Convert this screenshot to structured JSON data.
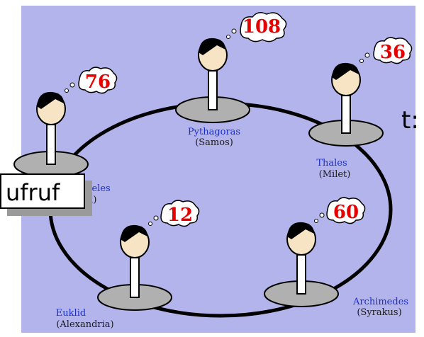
{
  "background": {
    "panel_color": "#b4b4ec",
    "ring_color": "#000000",
    "pedestal_color": "#b0b0b0"
  },
  "slide": {
    "colon_fragment": "t:"
  },
  "callout": {
    "text_fragment": "ufruf"
  },
  "nodes": [
    {
      "id": "pythagoras",
      "name": "Pythagoras",
      "place": "(Samos)",
      "value": "108"
    },
    {
      "id": "thales",
      "name": "Thales",
      "place": "(Milet)",
      "value": "36"
    },
    {
      "id": "archimedes",
      "name": "Archimedes",
      "place": "(Syrakus)",
      "value": "60"
    },
    {
      "id": "euklid",
      "name": "Euklid",
      "place": "(Alexandria)",
      "value": "12"
    },
    {
      "id": "aristoteles",
      "name": "teles",
      "place": "a)",
      "value": "76"
    }
  ]
}
